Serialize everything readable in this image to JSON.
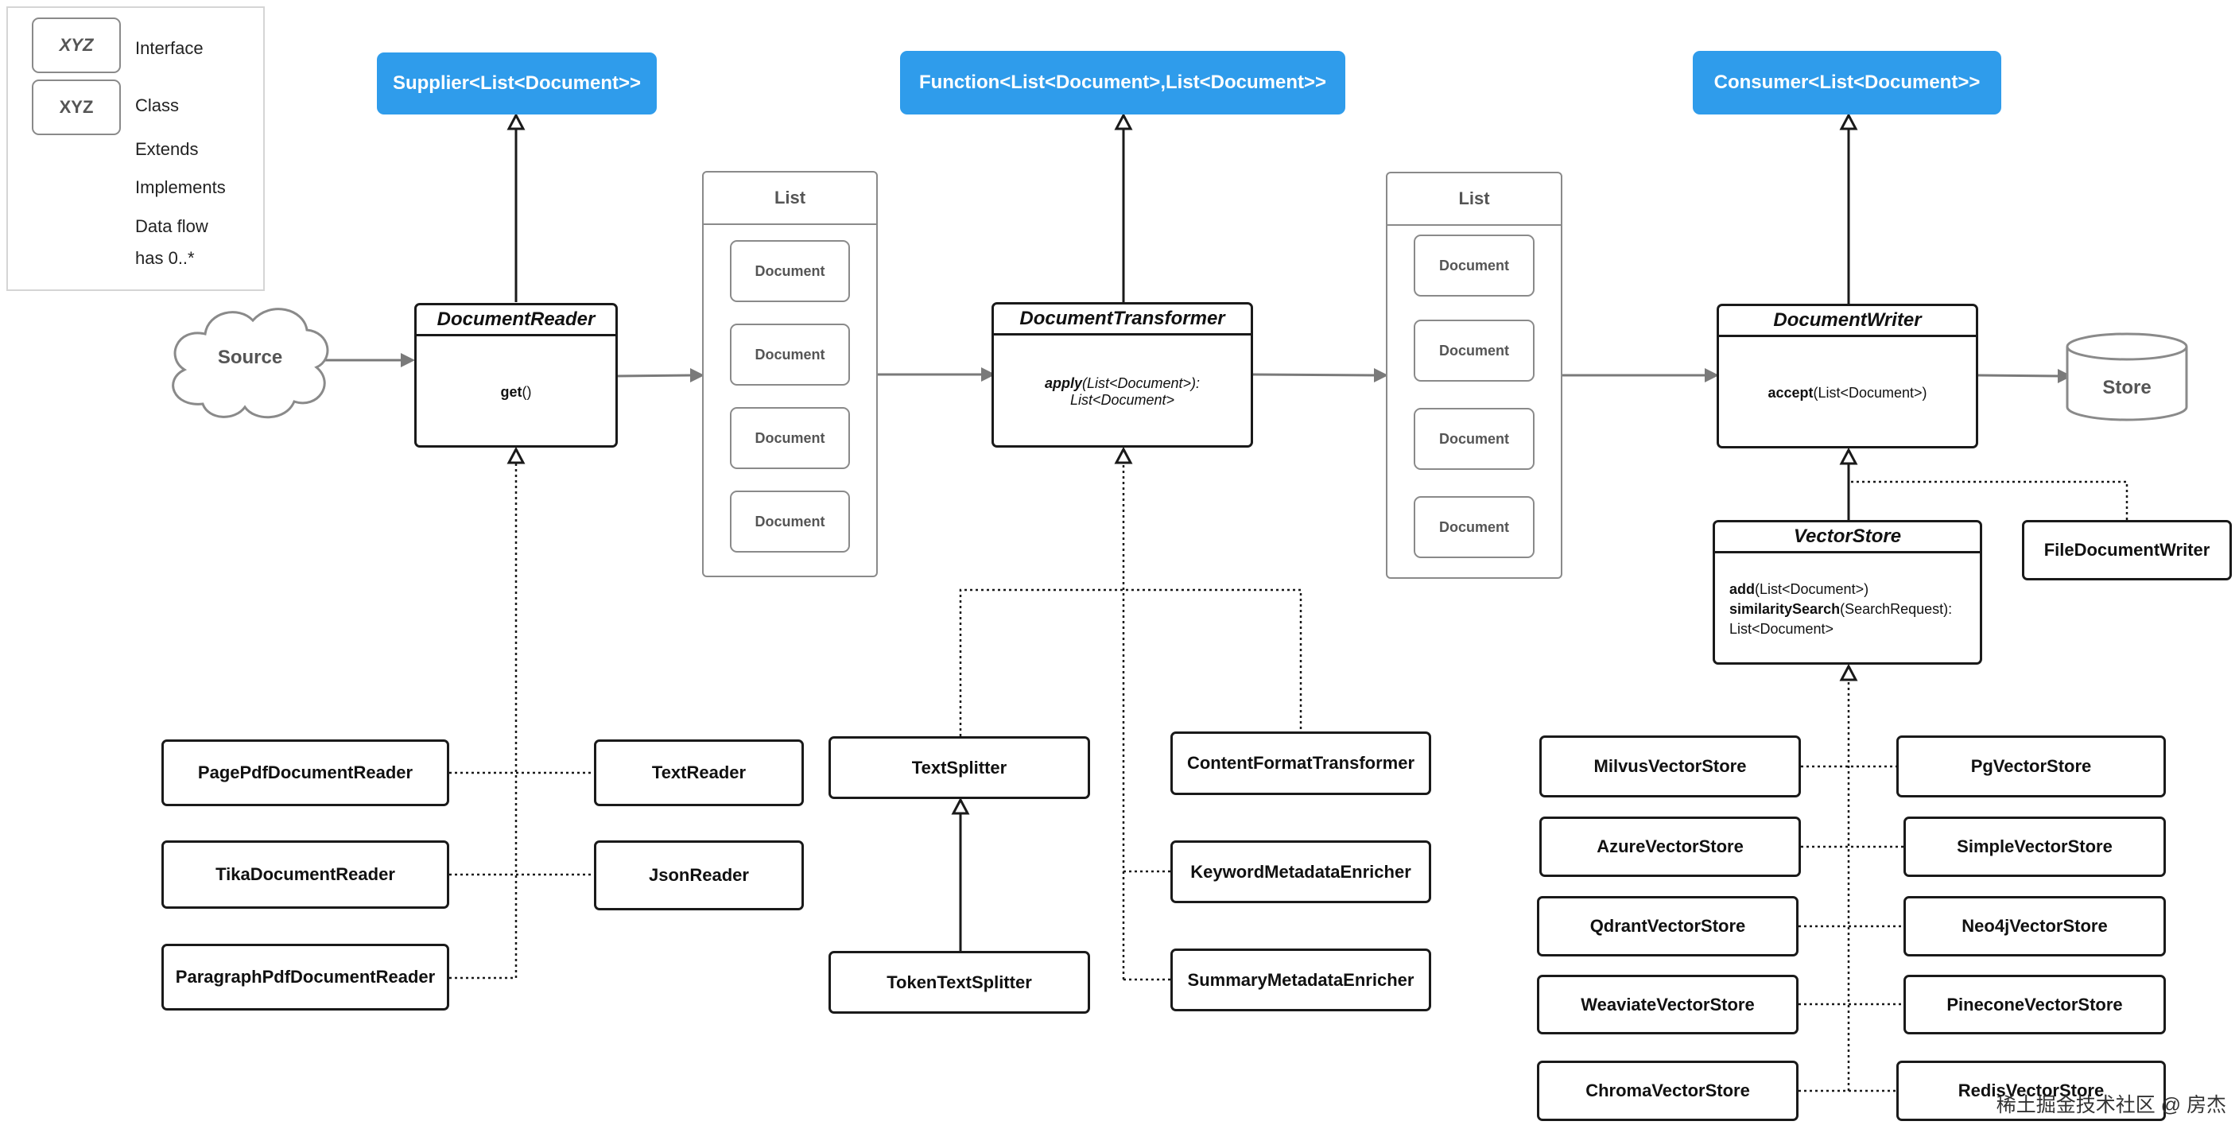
{
  "legend": {
    "interface_sample": "XYZ",
    "interface_label": "Interface",
    "class_sample": "XYZ",
    "class_label": "Class",
    "extends_label": "Extends",
    "implements_label": "Implements",
    "dataflow_label": "Data flow",
    "has_label": "has 0..*"
  },
  "interfaces": {
    "supplier": "Supplier<List<Document>>",
    "function": "Function<List<Document>,List<Document>>",
    "consumer": "Consumer<List<Document>>"
  },
  "source": "Source",
  "store": "Store",
  "reader": {
    "name": "DocumentReader",
    "method_name": "get",
    "method_rest": "()"
  },
  "transformer": {
    "name": "DocumentTransformer",
    "method_name": "apply",
    "method_sig": "(List<Document>):",
    "method_return": "List<Document>"
  },
  "writer": {
    "name": "DocumentWriter",
    "method_name": "accept",
    "method_sig": "(List<Document>)"
  },
  "vectorstore": {
    "name": "VectorStore",
    "m1_name": "add",
    "m1_sig": "(List<Document>)",
    "m2_name": "similaritySearch",
    "m2_sig": "(SearchRequest):",
    "m2_return": "List<Document>"
  },
  "list1": {
    "title": "List",
    "docs": [
      "Document",
      "Document",
      "Document",
      "Document"
    ]
  },
  "list2": {
    "title": "List",
    "docs": [
      "Document",
      "Document",
      "Document",
      "Document"
    ]
  },
  "readers": {
    "pagepdf": "PagePdfDocumentReader",
    "tika": "TikaDocumentReader",
    "parapdf": "ParagraphPdfDocumentReader",
    "text": "TextReader",
    "json": "JsonReader"
  },
  "transformers": {
    "textsplitter": "TextSplitter",
    "tokensplitter": "TokenTextSplitter",
    "contentformat": "ContentFormatTransformer",
    "keyword": "KeywordMetadataEnricher",
    "summary": "SummaryMetadataEnricher"
  },
  "writers": {
    "file": "FileDocumentWriter"
  },
  "stores": {
    "milvus": "MilvusVectorStore",
    "azure": "AzureVectorStore",
    "qdrant": "QdrantVectorStore",
    "weaviate": "WeaviateVectorStore",
    "chroma": "ChromaVectorStore",
    "pg": "PgVectorStore",
    "simple": "SimpleVectorStore",
    "neo4j": "Neo4jVectorStore",
    "pinecone": "PineconeVectorStore",
    "redis": "RedisVectorStore"
  },
  "colors": {
    "interface_fill": "#2f9ceb",
    "line": "#1a1a1a",
    "flow": "#7a7a7a",
    "list_border": "#8a8a8a"
  },
  "watermark": "稀土掘金技术社区 @ 房杰"
}
